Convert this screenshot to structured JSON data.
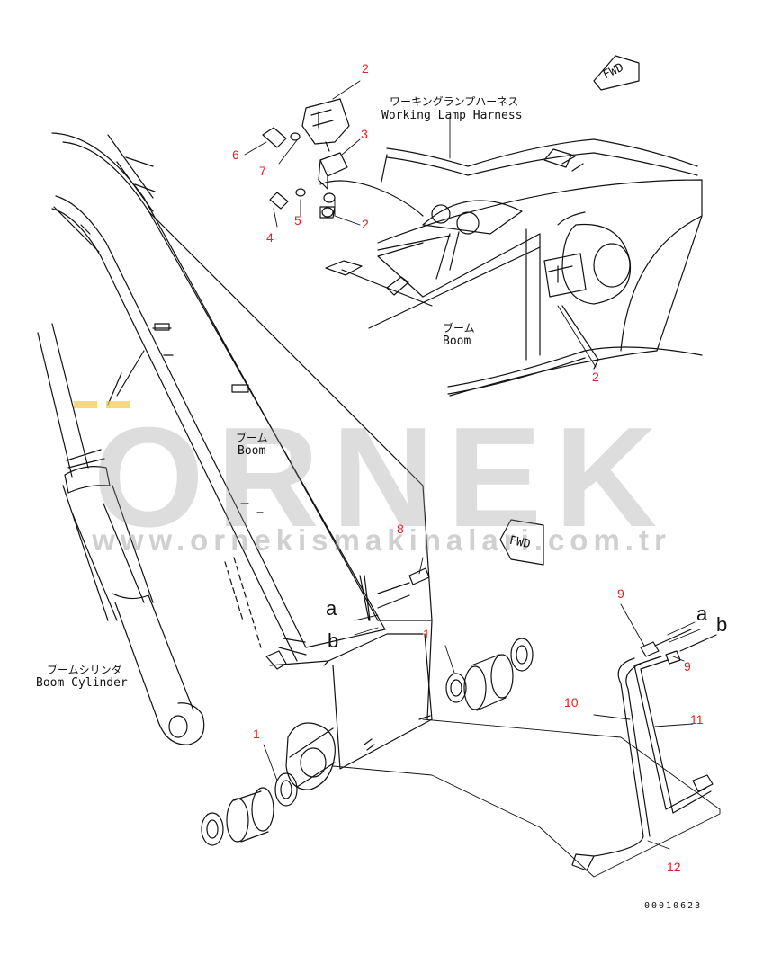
{
  "labels": {
    "harness_jp": "ワーキングランプハーネス",
    "harness_en": "Working Lamp Harness",
    "boom_top_jp": "ブーム",
    "boom_top_en": "Boom",
    "boom_mid_jp": "ブーム",
    "boom_mid_en": "Boom",
    "cyl_jp": "ブームシリンダ",
    "cyl_en": "Boom Cylinder",
    "fwd_top": "FWD",
    "fwd_mid": "FWD",
    "drawing_no": "00010623",
    "a_left": "a",
    "b_left": "b",
    "a_right": "a",
    "b_right": "b"
  },
  "callouts": {
    "c2_top": "2",
    "c3": "3",
    "c6": "6",
    "c7": "7",
    "c4": "4",
    "c5": "5",
    "c2_mid": "2",
    "c2_right": "2",
    "c8": "8",
    "c1_right": "1",
    "c1_left": "1",
    "c9_top": "9",
    "c9_right": "9",
    "c10": "10",
    "c11": "11",
    "c12": "12"
  },
  "watermark": {
    "brand": "ORNEK",
    "url": "www.ornekismakinalari.com.tr"
  },
  "colors": {
    "callout": "#d42828",
    "line": "#111111",
    "watermark": "#969696",
    "watermark_accent": "#f2c94c"
  }
}
